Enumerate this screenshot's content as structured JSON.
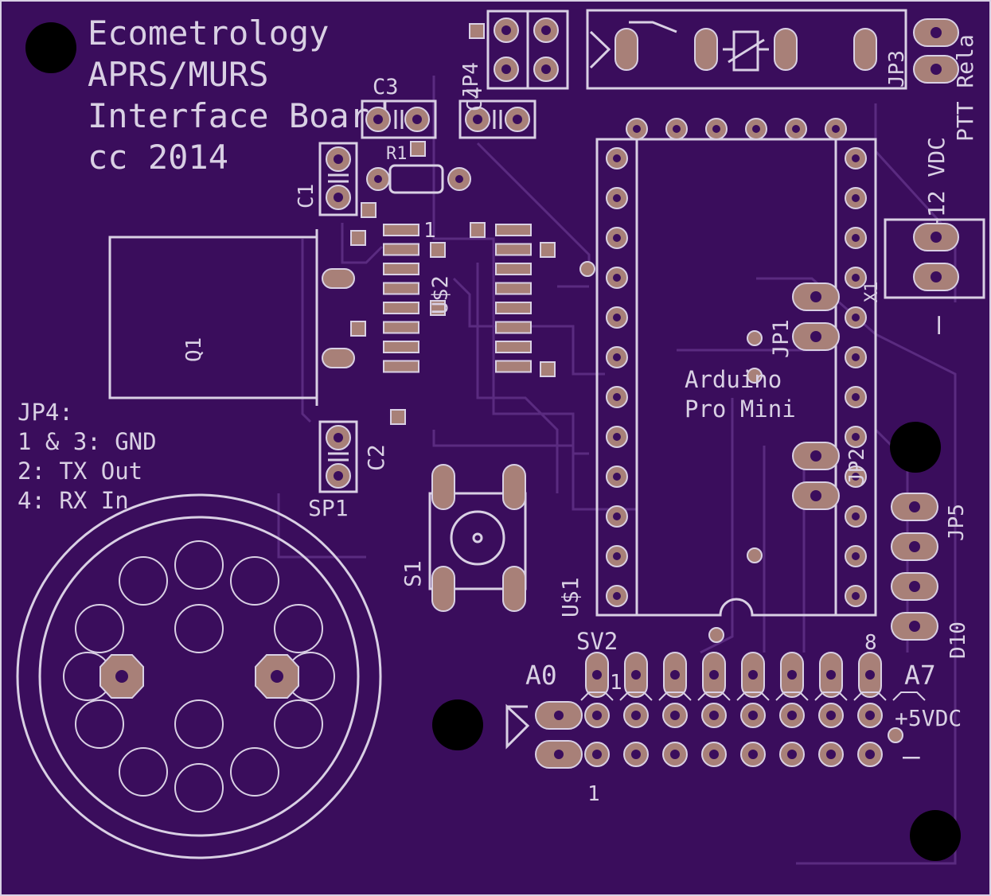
{
  "board": {
    "title_lines": [
      "Ecometrology",
      "APRS/MURS",
      "Interface Board",
      "cc 2014"
    ],
    "colors": {
      "board": "#3a0d5c",
      "silk": "#d9d0e4",
      "copper": "#a88078",
      "trace": "#5a2b80"
    }
  },
  "notes": {
    "jp4_header": "JP4:",
    "jp4_lines": [
      "1 & 3: GND",
      "2: TX Out",
      "4: RX In"
    ]
  },
  "labels": {
    "c1": "C1",
    "c2": "C2",
    "c3": "C3",
    "c4": "C4",
    "r1": "R1",
    "q1": "Q1",
    "us2": "U$2",
    "us1": "U$1",
    "sp1": "SP1",
    "s1": "S1",
    "jp1": "JP1",
    "jp2": "JP2",
    "jp3": "JP3",
    "jp4": "JP4",
    "jp5": "JP5",
    "x1": "X1",
    "sv2": "SV2",
    "a0": "A0",
    "a7": "A7",
    "pin1": "1",
    "pin8": "8",
    "pin1b": "1",
    "ic_pin1": "1",
    "arduino_line1": "Arduino",
    "arduino_line2": "Pro Mini",
    "vdc12": "+12 VDC",
    "ptt": "PTT Rela",
    "vdc5": "+5VDC",
    "d10": "D10",
    "minus_power": "–",
    "minus_5v": "–"
  }
}
